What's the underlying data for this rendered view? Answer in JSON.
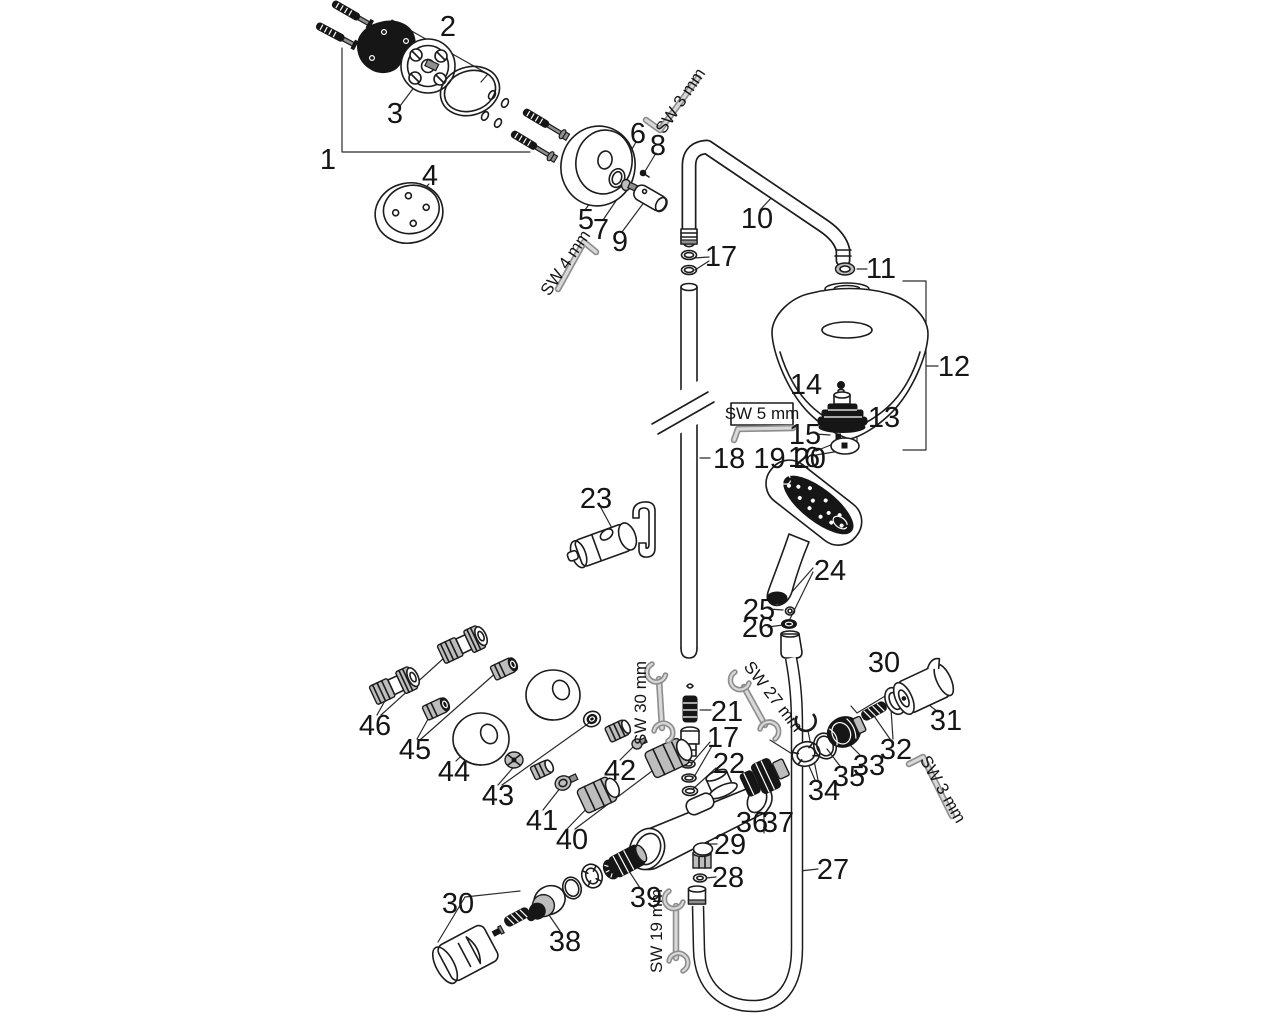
{
  "diagram": {
    "type": "exploded-parts-diagram",
    "background": "#ffffff",
    "line_color": "#1c1c1c",
    "labels": {
      "p1": "1",
      "p2": "2",
      "p3": "3",
      "p4": "4",
      "p5": "5",
      "p6": "6",
      "p7": "7",
      "p8": "8",
      "p9": "9",
      "p10": "10",
      "p11": "11",
      "p12": "12",
      "p13": "13",
      "p14": "14",
      "p15": "15",
      "p16": "16",
      "p17": "17",
      "p18_20": "18 19 20",
      "p21": "21",
      "p22": "22",
      "p23": "23",
      "p24": "24",
      "p25": "25",
      "p26": "26",
      "p27": "27",
      "p28": "28",
      "p29": "29",
      "p30": "30",
      "p31": "31",
      "p32": "32",
      "p33": "33",
      "p34": "34",
      "p35": "35",
      "p36": "36",
      "p37": "37",
      "p38": "38",
      "p39": "39",
      "p40": "40",
      "p41": "41",
      "p42": "42",
      "p43": "43",
      "p44": "44",
      "p45": "45",
      "p46": "46"
    },
    "tools": {
      "sw3": "SW 3 mm",
      "sw4": "SW 4 mm",
      "sw5": "SW 5 mm",
      "sw19": "SW 19 mm",
      "sw27": "SW 27 mm",
      "sw30": "SW 30 mm"
    }
  }
}
